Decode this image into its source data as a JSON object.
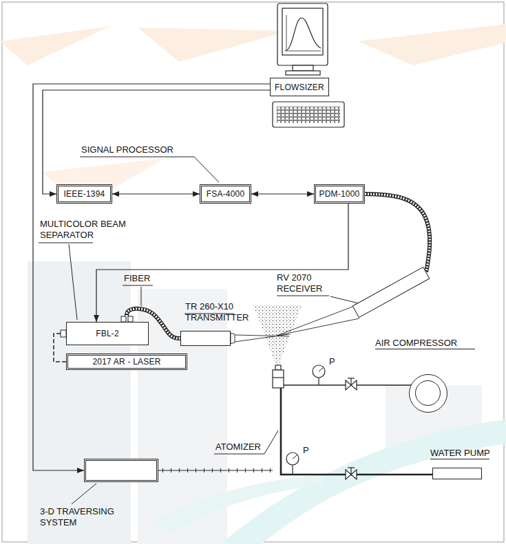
{
  "diagram": {
    "nodes": [
      {
        "text": [
          "FLOWSIZER"
        ]
      },
      {
        "text": [
          "IEEE-1394"
        ]
      },
      {
        "text": [
          "FSA-4000"
        ]
      },
      {
        "text": [
          "PDM-1000"
        ]
      },
      {
        "text": [
          "FBL-2"
        ]
      },
      {
        "text": [
          "2017 AR - LASER"
        ]
      },
      {
        "text": [
          "TR 260-X10 TRANSMITTER"
        ]
      },
      {
        "text": [
          "RV 2070 RECEIVER"
        ]
      },
      {
        "text": [
          "AIR COMPRESSOR"
        ]
      },
      {
        "text": [
          "WATER PUMP"
        ]
      },
      {
        "text": [
          "3-D TRAVERSING SYSTEM"
        ]
      }
    ],
    "edges": [
      {
        "from": 0,
        "to": 1,
        "arrow": "to"
      },
      {
        "from": 0,
        "to": 10,
        "arrow": "to"
      },
      {
        "from": 1,
        "to": 2,
        "arrow": "both"
      },
      {
        "from": 2,
        "to": 3,
        "arrow": "both"
      },
      {
        "from": 3,
        "to": 4,
        "arrow": "to"
      },
      {
        "from": 3,
        "to": 7,
        "arrow": "none"
      },
      {
        "from": 4,
        "to": 6,
        "arrow": "none"
      },
      {
        "from": 4,
        "to": 5,
        "arrow": "none"
      }
    ],
    "labels": [
      "SIGNAL PROCESSOR",
      "MULTICOLOR BEAM SEPARATOR",
      "FIBER",
      "P",
      "P",
      "ATOMIZER"
    ]
  }
}
